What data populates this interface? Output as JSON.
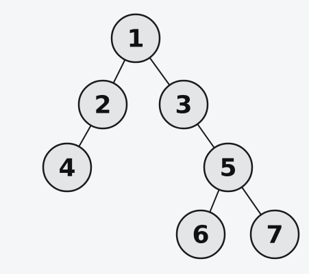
{
  "tree": {
    "node_fill": "#e4e5e7",
    "stroke_color": "#1a1a1a",
    "background": "#f5f6f8",
    "nodes": [
      {
        "id": "1",
        "label": "1"
      },
      {
        "id": "2",
        "label": "2"
      },
      {
        "id": "3",
        "label": "3"
      },
      {
        "id": "4",
        "label": "4"
      },
      {
        "id": "5",
        "label": "5"
      },
      {
        "id": "6",
        "label": "6"
      },
      {
        "id": "7",
        "label": "7"
      }
    ],
    "edges": [
      {
        "from": "1",
        "to": "2"
      },
      {
        "from": "1",
        "to": "3"
      },
      {
        "from": "2",
        "to": "4"
      },
      {
        "from": "3",
        "to": "5"
      },
      {
        "from": "5",
        "to": "6"
      },
      {
        "from": "5",
        "to": "7"
      }
    ]
  }
}
